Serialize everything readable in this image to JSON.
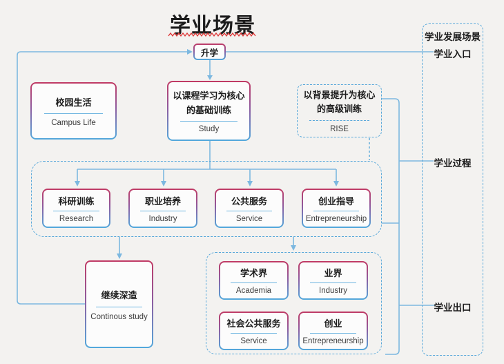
{
  "title": {
    "text": "学业场景"
  },
  "colors": {
    "accent_top": "#c13a64",
    "accent_bottom": "#52a9dc",
    "line": "#7cb8e0",
    "dashed_line": "#58a8da",
    "title_underline": "#dd3636",
    "background": "#f3f2f0",
    "text": "#1c1c1c",
    "en_text": "#3c3c3c"
  },
  "nodes": {
    "shengxue": {
      "zh": "升学"
    },
    "campus": {
      "zh": "校园生活",
      "en": "Campus Life"
    },
    "study": {
      "zh1": "以课程学习为核心",
      "zh2": "的基础训练",
      "en": "Study"
    },
    "rise": {
      "zh1": "以背景提升为核心",
      "zh2": "的高级训练",
      "en": "RISE"
    },
    "research": {
      "zh": "科研训练",
      "en": "Research"
    },
    "vocational": {
      "zh": "职业培养",
      "en": "Industry"
    },
    "public": {
      "zh": "公共服务",
      "en": "Service"
    },
    "startup_guidance": {
      "zh": "创业指导",
      "en": "Entrepreneurship"
    },
    "continue_study": {
      "zh": "继续深造",
      "en": "Continous study"
    },
    "academia": {
      "zh": "学术界",
      "en": "Academia"
    },
    "industry_exit": {
      "zh": "业界",
      "en": "Industry"
    },
    "public_service_exit": {
      "zh": "社会公共服务",
      "en": "Service"
    },
    "startup_exit": {
      "zh": "创业",
      "en": "Entrepreneurship"
    }
  },
  "side_panel": {
    "heading": "学业发展场景",
    "entry": "学业入口",
    "process": "学业过程",
    "exit": "学业出口"
  }
}
